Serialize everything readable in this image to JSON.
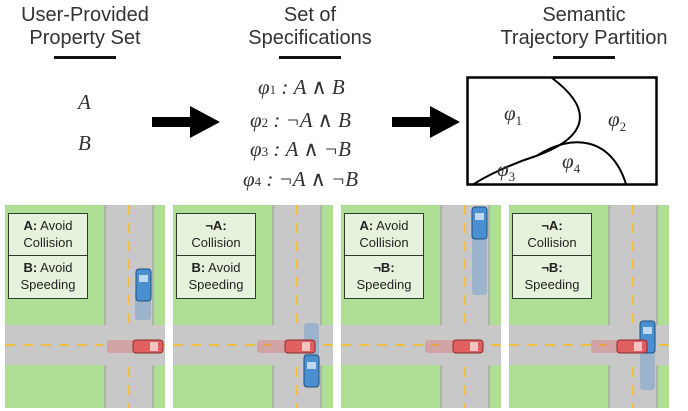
{
  "columns": [
    {
      "line1": "User-Provided",
      "line2": "Property Set"
    },
    {
      "line1": "Set of",
      "line2": "Specifications"
    },
    {
      "line1": "Semantic",
      "line2": "Trajectory Partition"
    }
  ],
  "properties": [
    "A",
    "B"
  ],
  "specs": [
    {
      "sym": "φ",
      "idx": "1",
      "formula": ": A ∧ B"
    },
    {
      "sym": "φ",
      "idx": "2",
      "formula": ": ¬A ∧ B"
    },
    {
      "sym": "φ",
      "idx": "3",
      "formula": ": A ∧ ¬B"
    },
    {
      "sym": "φ",
      "idx": "4",
      "formula": ": ¬A ∧ ¬B"
    }
  ],
  "partition_labels": [
    {
      "sym": "φ",
      "idx": "1"
    },
    {
      "sym": "φ",
      "idx": "2"
    },
    {
      "sym": "φ",
      "idx": "3"
    },
    {
      "sym": "φ",
      "idx": "4"
    }
  ],
  "scenes": [
    {
      "a_key": "A:",
      "a_text": "Avoid",
      "a_line2": "Collision",
      "b_key": "B:",
      "b_text": "Avoid",
      "b_line2": "Speeding"
    },
    {
      "a_key": "¬A:",
      "a_text": "",
      "a_line2": "Collision",
      "b_key": "B:",
      "b_text": "Avoid",
      "b_line2": "Speeding"
    },
    {
      "a_key": "A:",
      "a_text": "Avoid",
      "a_line2": "Collision",
      "b_key": "¬B:",
      "b_text": "",
      "b_line2": "Speeding"
    },
    {
      "a_key": "¬A:",
      "a_text": "",
      "a_line2": "Collision",
      "b_key": "¬B:",
      "b_text": "",
      "b_line2": "Speeding"
    }
  ],
  "colors": {
    "grass": "#aedf95",
    "road": "#c8c8c8",
    "lane": "#f0c040",
    "blue_car": "#4a8fd0",
    "red_car": "#e06060",
    "label_bg": "#e6f3dc"
  }
}
